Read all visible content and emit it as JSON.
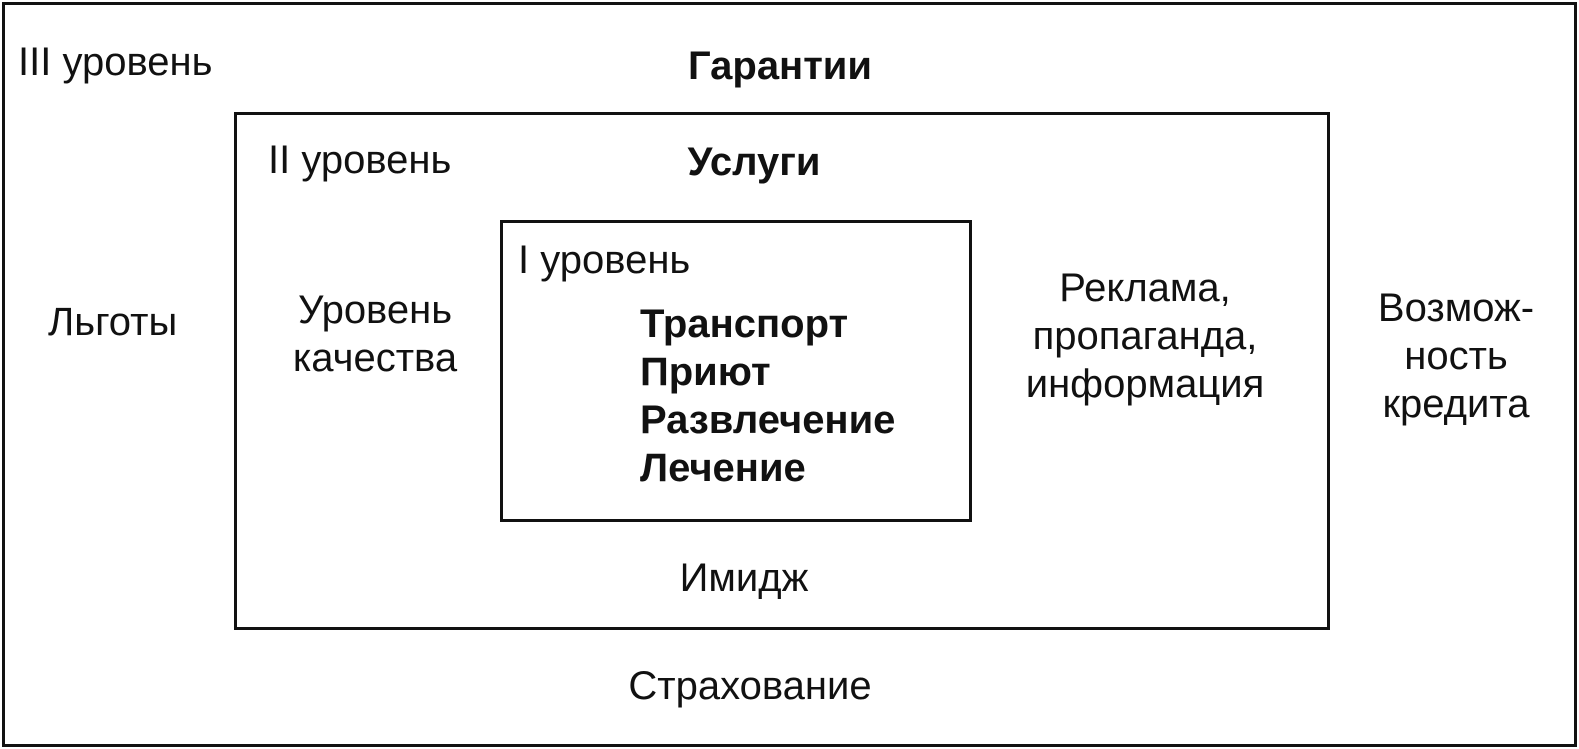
{
  "level3": {
    "label": "III уровень",
    "title": "Гарантии",
    "left": "Льготы",
    "right": [
      "Возмож-",
      "ность",
      "кредита"
    ],
    "bottom": "Страхование"
  },
  "level2": {
    "label": "II уровень",
    "title": "Услуги",
    "left": [
      "Уровень",
      "качества"
    ],
    "right": [
      "Реклама,",
      "пропаганда,",
      "информация"
    ],
    "bottom": "Имидж"
  },
  "level1": {
    "label": "I уровень",
    "items": [
      "Транспорт",
      "Приют",
      "Развлечение",
      "Лечение"
    ]
  }
}
